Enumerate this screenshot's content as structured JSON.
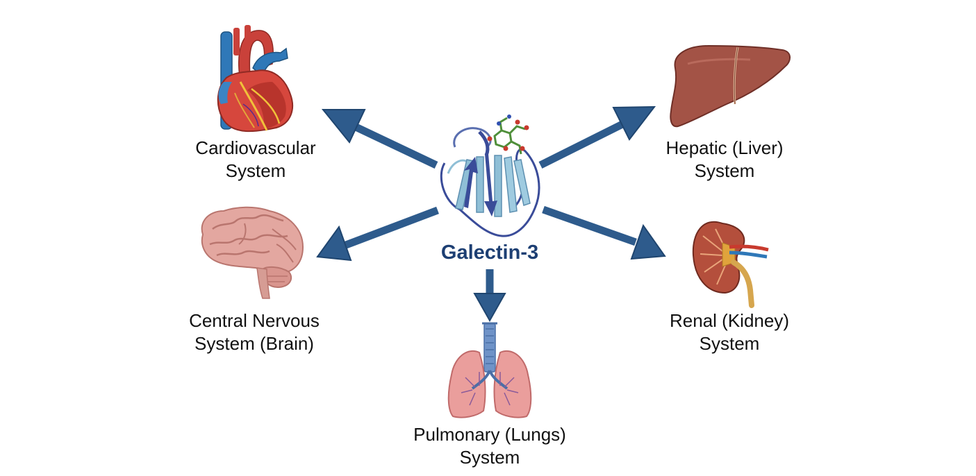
{
  "center": {
    "name": "Galectin-3"
  },
  "colors": {
    "arrow": "#2e5b8c",
    "arrow_stroke": "#1f456f",
    "center_text": "#1d3f73",
    "protein_dark": "#3a4c99",
    "protein_light": "#8fbfd6",
    "heart_red": "#d6473d",
    "heart_blue": "#2f78b8",
    "brain": "#e3a7a0",
    "lung": "#ea9e9c",
    "trachea": "#6f93c8",
    "liver": "#a35346",
    "kidney": "#b44f3c",
    "ureter": "#d6a64e",
    "label_text": "#111111"
  },
  "organs": [
    {
      "id": "cardiovascular",
      "icon": "heart-icon",
      "label_lines": [
        "Cardiovascular",
        "System"
      ]
    },
    {
      "id": "hepatic",
      "icon": "liver-icon",
      "label_lines": [
        "Hepatic (Liver)",
        "System"
      ]
    },
    {
      "id": "cns",
      "icon": "brain-icon",
      "label_lines": [
        "Central Nervous",
        "System (Brain)"
      ]
    },
    {
      "id": "renal",
      "icon": "kidney-icon",
      "label_lines": [
        "Renal (Kidney)",
        "System"
      ]
    },
    {
      "id": "pulmonary",
      "icon": "lungs-icon",
      "label_lines": [
        "Pulmonary (Lungs)",
        "System"
      ]
    }
  ]
}
